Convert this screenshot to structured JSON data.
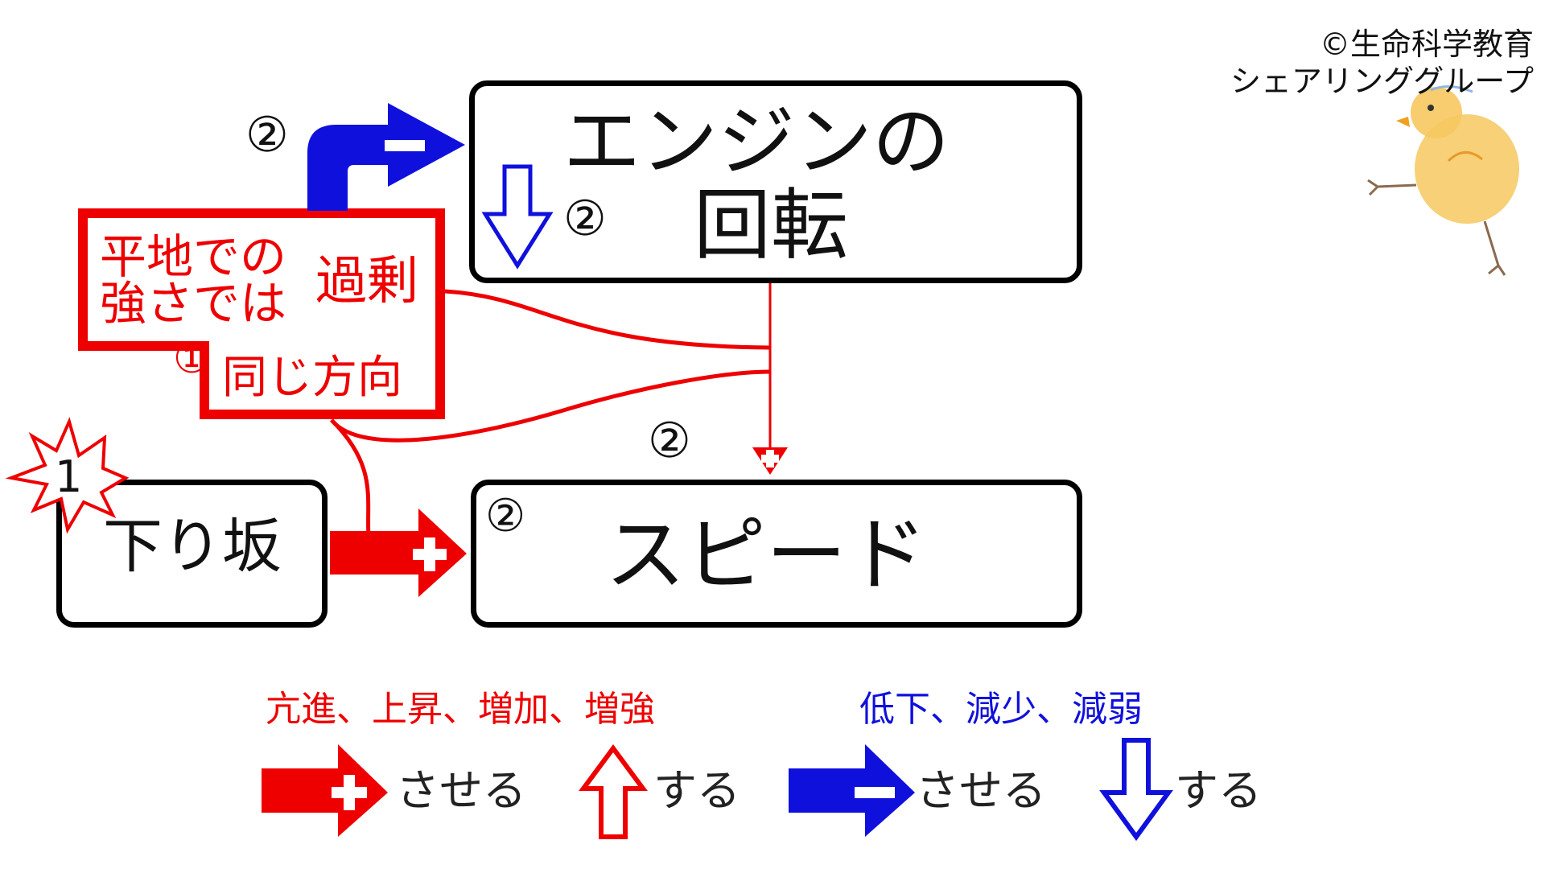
{
  "credit": {
    "line1": "©生命科学教育",
    "line2": "シェアリンググループ"
  },
  "nodes": {
    "engine_line1": "エンジンの",
    "engine_line2": "回転",
    "speed": "スピード",
    "downhill": "下り坂"
  },
  "condition": {
    "flat_line1": "平地での",
    "flat_line2": "強さでは",
    "excess": "過剰",
    "same_marker": "①",
    "same_direction": "同じ方向"
  },
  "markers": {
    "top_left": "②",
    "engine_inner": "②",
    "middle": "②",
    "speed_inner": "②",
    "star": "1"
  },
  "legend": {
    "increase_heading": "亢進、上昇、増加、増強",
    "decrease_heading": "低下、減少、減弱",
    "cause": "させる",
    "do": "する"
  },
  "colors": {
    "increase": "#ee0000",
    "decrease": "#1010dd",
    "outline": "#000000"
  },
  "icons": {
    "plus_arrow": "red-plus-arrow-icon",
    "minus_arrow": "blue-minus-arrow-icon",
    "up_arrow": "red-up-arrow-icon",
    "down_arrow": "blue-down-arrow-icon",
    "star": "burst-star-icon",
    "chick": "chick-illustration-icon"
  }
}
